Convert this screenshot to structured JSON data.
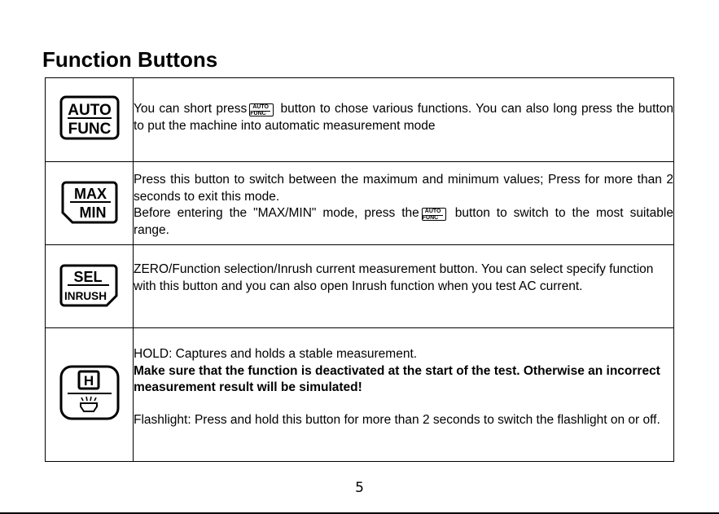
{
  "title": "Function Buttons",
  "page_number": "5",
  "inline_button": {
    "top": "AUTO",
    "bottom": "FUNC"
  },
  "rows": [
    {
      "icon": {
        "name": "auto-func-button-icon",
        "top": "AUTO",
        "bottom": "FUNC"
      },
      "part1": "You can short press",
      "part2": "button to chose various functions. You can also long press the button to put the machine into automatic measurement mode"
    },
    {
      "icon": {
        "name": "max-min-button-icon",
        "top": "MAX",
        "bottom": "MIN"
      },
      "line1": "Press this button to switch between the maximum and minimum values; Press for more than 2 seconds to exit this mode.",
      "part1": "Before entering the \"MAX/MIN\" mode, press the",
      "part2": "button to switch to the most suitable range."
    },
    {
      "icon": {
        "name": "sel-inrush-button-icon",
        "top": "SEL",
        "bottom": "INRUSH"
      },
      "text": "ZERO/Function selection/Inrush current measurement button. You can select specify function with this button and you can also open Inrush function when you test AC current."
    },
    {
      "icon": {
        "name": "hold-flashlight-button-icon",
        "top": "H"
      },
      "line1": "HOLD: Captures and holds a stable measurement.",
      "bold": "Make sure that the function is deactivated at the start of the test. Otherwise an incorrect measurement result will be simulated!",
      "line3": "Flashlight: Press and hold this button for more than 2 seconds to switch the flashlight on or off."
    }
  ]
}
